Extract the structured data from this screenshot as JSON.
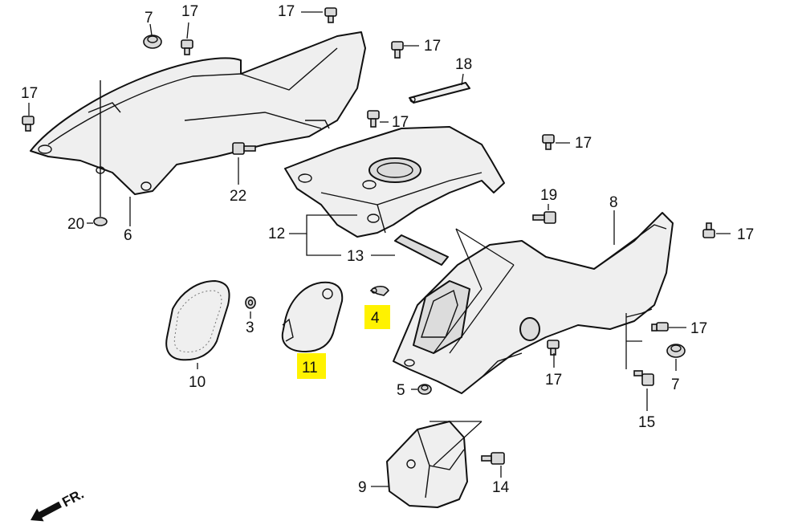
{
  "diagram": {
    "labels": {
      "p7a": "7",
      "p17a": "17",
      "p17b": "17",
      "p17c": "17",
      "p18": "18",
      "p17d": "17",
      "p17e": "17",
      "p17f": "17",
      "p17g": "17",
      "p22": "22",
      "p19": "19",
      "p8": "8",
      "p20": "20",
      "p6": "6",
      "p12": "12",
      "p13": "13",
      "p3": "3",
      "p4": "4",
      "p10": "10",
      "p11": "11",
      "p17h": "17",
      "p17i": "17",
      "p7b": "7",
      "p5": "5",
      "p15": "15",
      "p9": "9",
      "p14": "14"
    },
    "highlighted": [
      "4",
      "11"
    ],
    "direction_arrow": "FR.",
    "highlight_color": "#fff200"
  }
}
